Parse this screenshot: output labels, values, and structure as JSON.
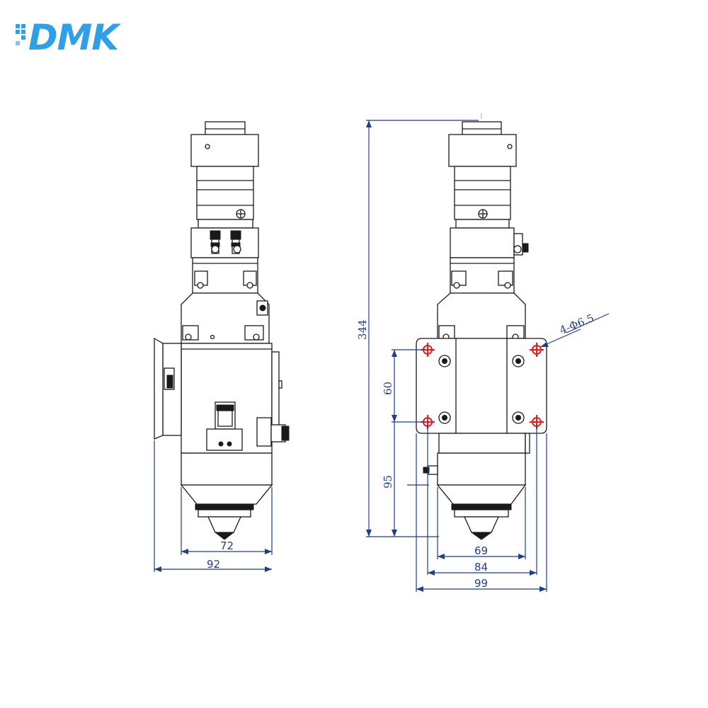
{
  "logo": {
    "text": "DMK",
    "brand_color": "#2f9fe8"
  },
  "colors": {
    "dimension": "#1f3f86",
    "outline": "#1a1a1a",
    "hole_marker": "#e02020"
  },
  "side_view": {
    "dimensions": {
      "inner_width": "72",
      "outer_width": "92"
    }
  },
  "front_view": {
    "dimensions": {
      "total_height": "344",
      "hole_spacing": "60",
      "lower_height": "95",
      "width_a": "69",
      "width_b": "84",
      "width_c": "99",
      "hole_callout": "4-Φ6.5"
    }
  }
}
